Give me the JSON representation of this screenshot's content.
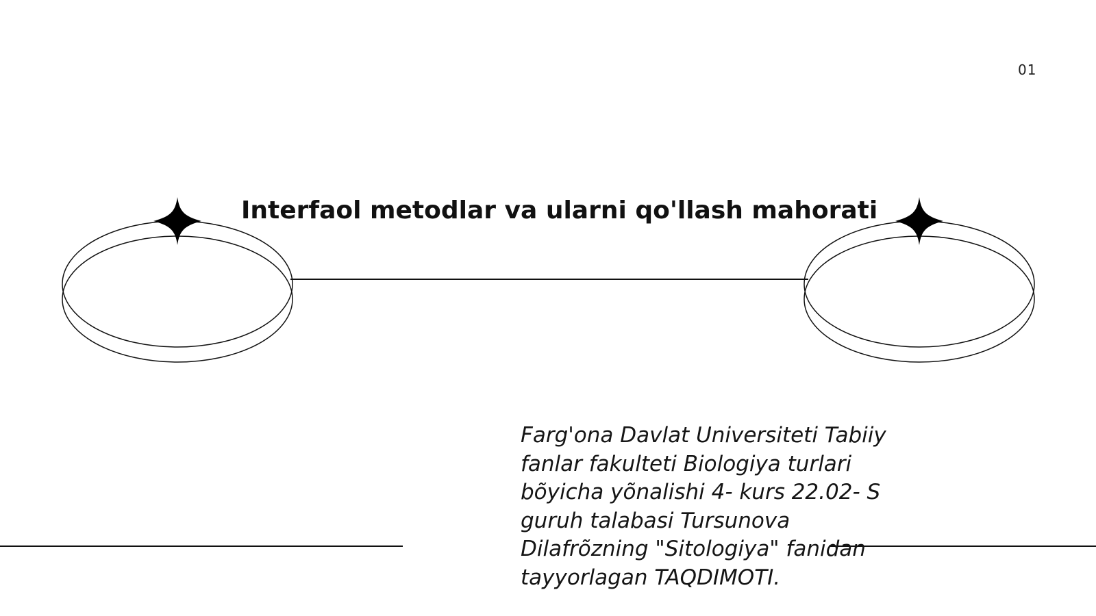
{
  "slide": {
    "page_number": "01",
    "title": "Interfaol metodlar va ularni qo'llash mahorati",
    "subtitle": "Farg'ona Davlat Universiteti Tabiiy fanlar fakulteti Biologiya turlari bõyicha yõnalishi 4- kurs 22.02- S guruh talabasi Tursunova Dilafrõzning \"Sitologiya\" fanidan tayyorlagan TAQDIMOTI."
  },
  "decorations": {
    "left": [
      "ellipse-ring-icon",
      "sparkle-star-icon"
    ],
    "right": [
      "ellipse-ring-icon",
      "sparkle-star-icon"
    ],
    "line_color": "#111111"
  }
}
